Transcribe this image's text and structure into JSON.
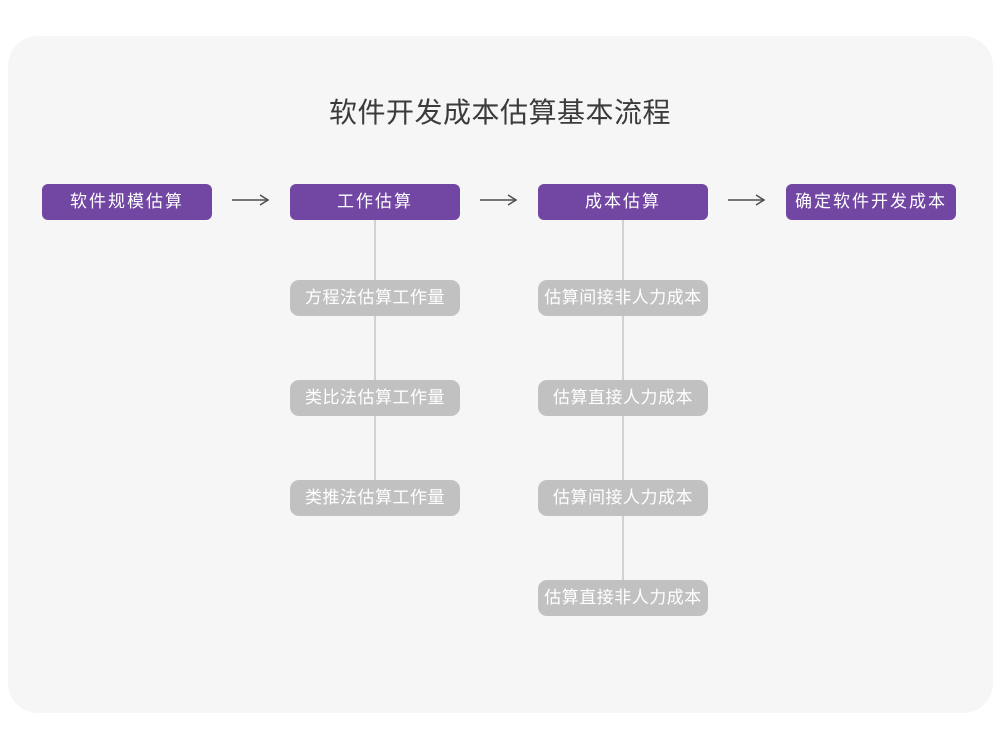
{
  "title": "软件开发成本估算基本流程",
  "colors": {
    "accent_purple": "#7246a3",
    "sub_node_gray": "#c1c1c1",
    "canvas_bg": "#f6f6f7",
    "page_bg": "#ffffff",
    "arrow": "#4d4d4d",
    "connector": "#d2d2d2",
    "title_text": "#3b3b3b",
    "node_text": "#ffffff"
  },
  "flow": {
    "main_nodes": [
      {
        "label": "软件规模估算"
      },
      {
        "label": "工作估算"
      },
      {
        "label": "成本估算"
      },
      {
        "label": "确定软件开发成本"
      }
    ],
    "work_estimation_methods": [
      {
        "label": "方程法估算工作量"
      },
      {
        "label": "类比法估算工作量"
      },
      {
        "label": "类推法估算工作量"
      }
    ],
    "cost_estimation_steps": [
      {
        "label": "估算间接非人力成本"
      },
      {
        "label": "估算直接人力成本"
      },
      {
        "label": "估算间接人力成本"
      },
      {
        "label": "估算直接非人力成本"
      }
    ]
  }
}
